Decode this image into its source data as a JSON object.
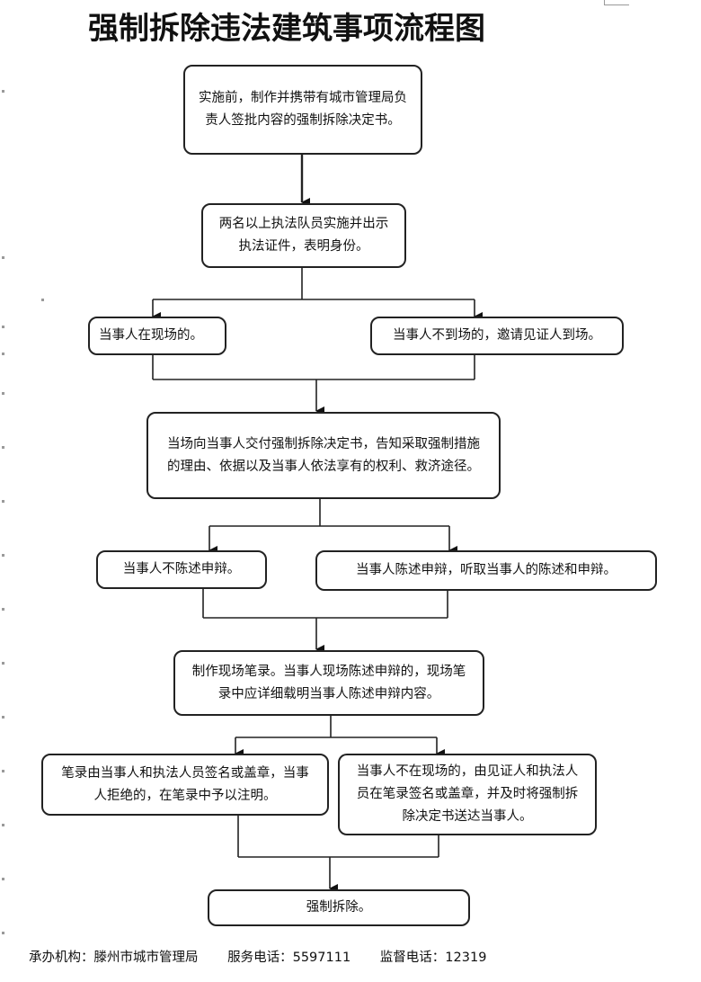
{
  "title": "强制拆除违法建筑事项流程图",
  "nodes": {
    "n1": "实施前，制作并携带有城市管理局负责人签批内容的强制拆除决定书。",
    "n2": "两名以上执法队员实施并出示执法证件，表明身份。",
    "n3a": "当事人在现场的。",
    "n3b": "当事人不到场的，邀请见证人到场。",
    "n4": "当场向当事人交付强制拆除决定书，告知采取强制措施的理由、依据以及当事人依法享有的权利、救济途径。",
    "n5a": "当事人不陈述申辩。",
    "n5b": "当事人陈述申辩，听取当事人的陈述和申辩。",
    "n6": "制作现场笔录。当事人现场陈述申辩的，现场笔录中应详细载明当事人陈述申辩内容。",
    "n7a": "笔录由当事人和执法人员签名或盖章，当事人拒绝的，在笔录中予以注明。",
    "n7b": "当事人不在现场的，由见证人和执法人员在笔录签名或盖章，并及时将强制拆除决定书送达当事人。",
    "n8": "强制拆除。"
  },
  "footer": {
    "org": "承办机构：滕州市城市管理局",
    "service": "服务电话：5597111",
    "supervise": "监督电话：12319"
  }
}
